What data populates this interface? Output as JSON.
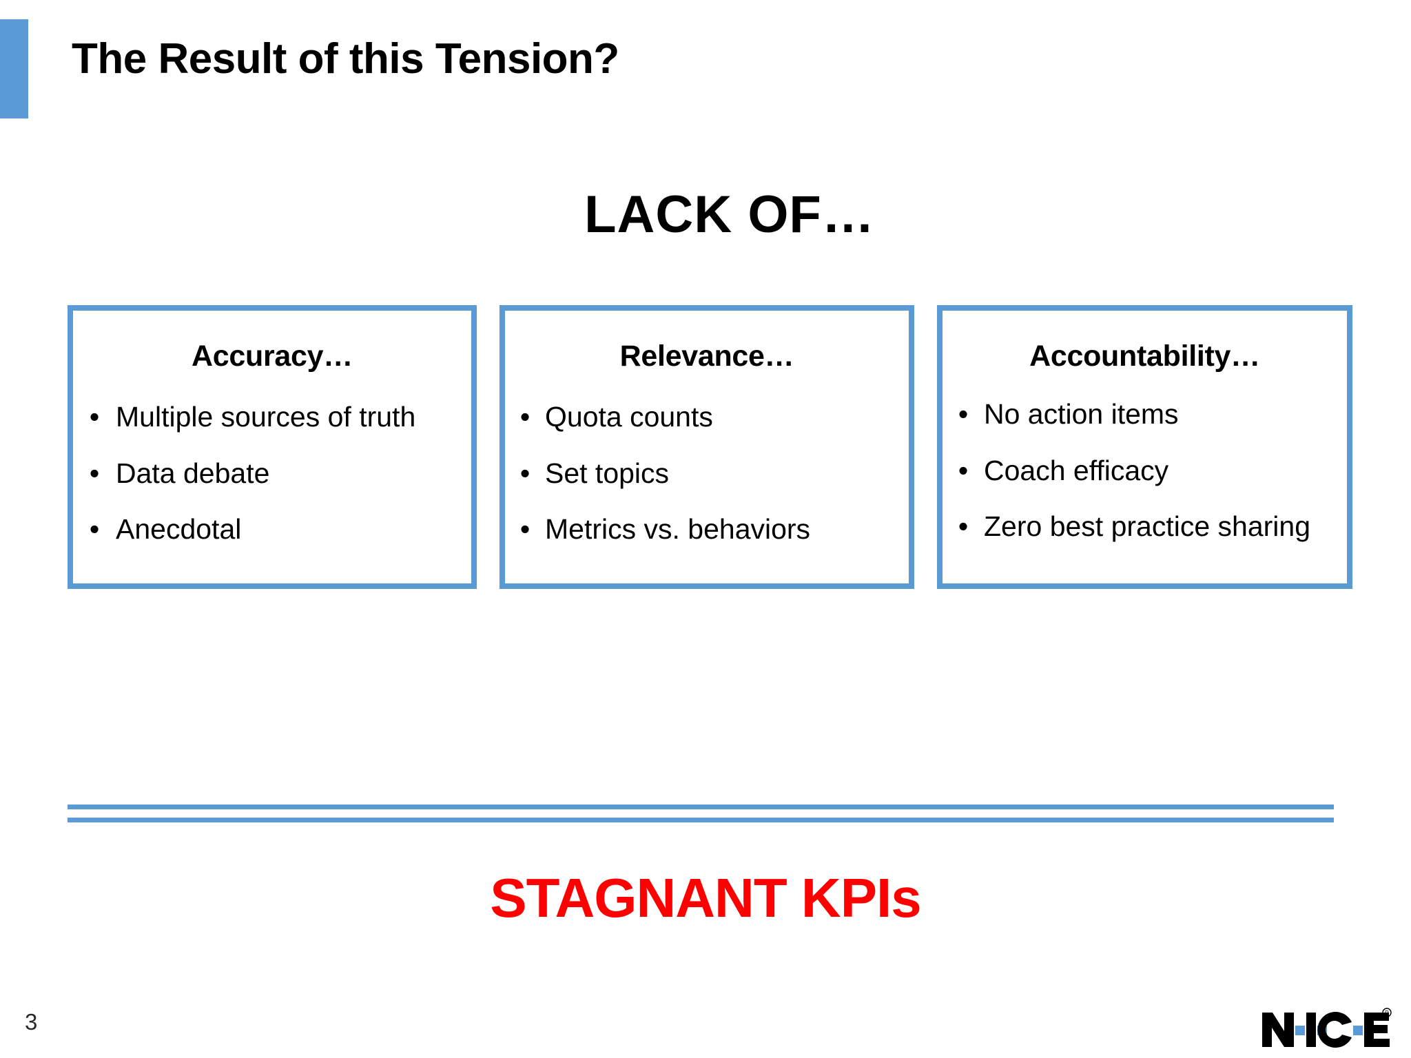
{
  "slide": {
    "title": "The Result of this Tension?",
    "heading": "LACK OF…",
    "callout": "STAGNANT KPIs",
    "page_number": "3",
    "accent_color": "#5B9BD5",
    "callout_color": "#FF0000",
    "bullet_glyph": "•"
  },
  "boxes": [
    {
      "heading": "Accuracy…",
      "bullets": [
        "Multiple sources of truth",
        "Data debate",
        "Anecdotal"
      ]
    },
    {
      "heading": "Relevance…",
      "bullets": [
        "Quota counts",
        "Set topics",
        "Metrics vs. behaviors"
      ]
    },
    {
      "heading": "Accountability…",
      "bullets": [
        "No action items",
        "Coach efficacy",
        "Zero best practice sharing"
      ]
    }
  ],
  "footer": {
    "logo_text": "NICE",
    "logo_trademark": "®"
  }
}
